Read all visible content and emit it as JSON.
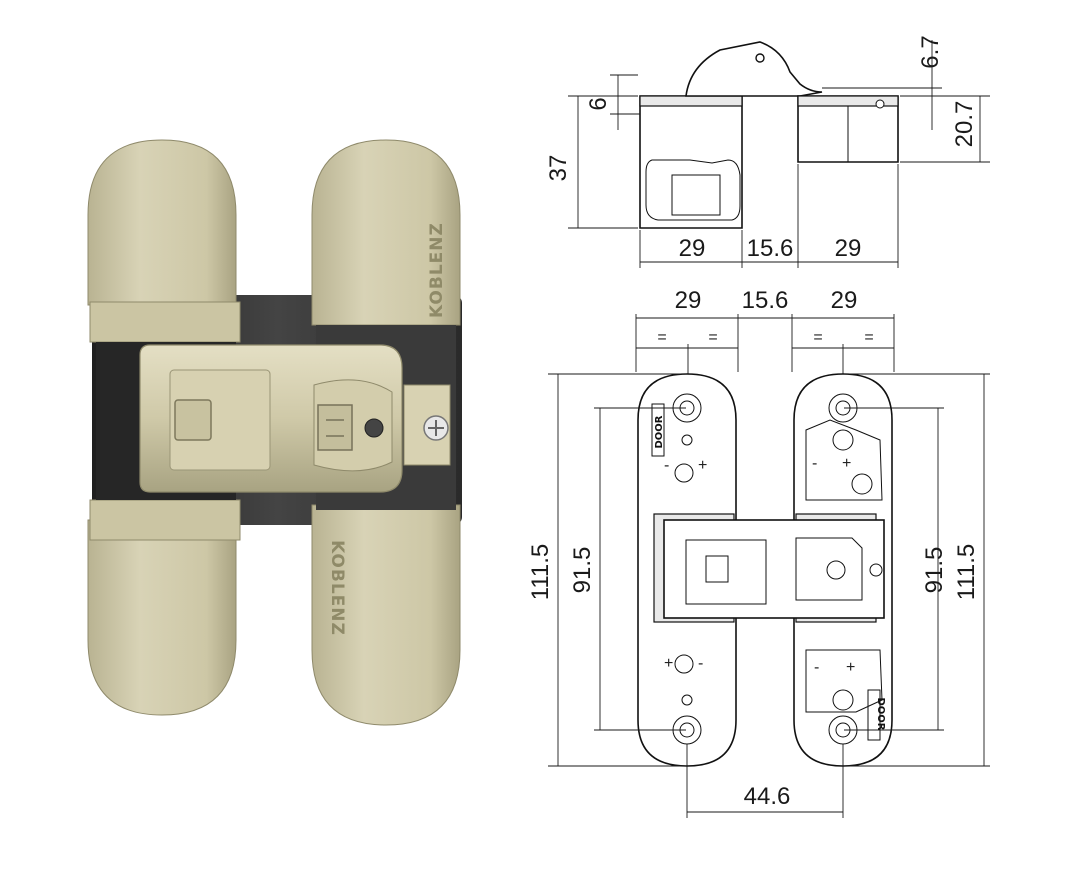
{
  "photo": {
    "brand_text": "KOBLENZ",
    "colors": {
      "finish": "#c9c3a1",
      "finish_light": "#ddd8bb",
      "finish_dark": "#9f9a78",
      "body_shadow": "#2e2e2e"
    }
  },
  "drawing": {
    "side_view": {
      "heights": {
        "total": "37",
        "leaf_top": "6",
        "knuckle": "6.7",
        "right_leaf": "20.7"
      },
      "widths": {
        "left": "29",
        "gap": "15.6",
        "right": "29"
      }
    },
    "front_view": {
      "widths": {
        "left": "29",
        "gap": "15.6",
        "right": "29"
      },
      "equal_marks": [
        "=",
        "=",
        "=",
        "="
      ],
      "heights": {
        "overall_left": "111.5",
        "holes_left": "91.5",
        "holes_right": "91.5",
        "overall_right": "111.5"
      },
      "bottom_width": "44.6",
      "leaf_labels": {
        "top_left": "DOOR",
        "bottom_right": "DOOR"
      },
      "adjust_marks": [
        "+",
        "-",
        "+",
        "-",
        "+",
        "-",
        "+",
        "-"
      ]
    }
  }
}
